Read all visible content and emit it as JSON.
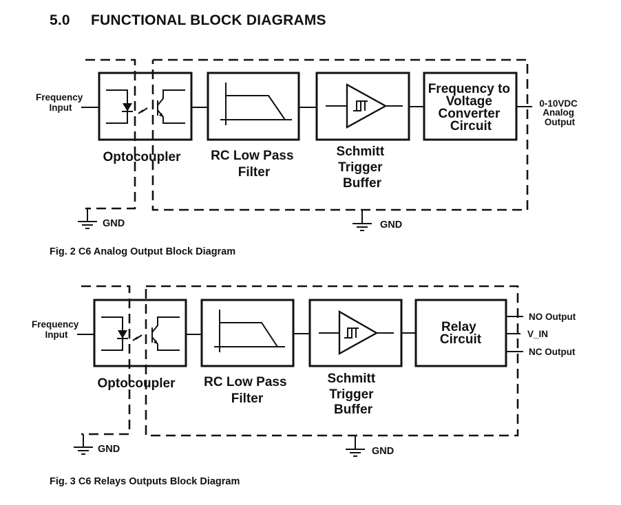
{
  "section": {
    "number": "5.0",
    "title": "FUNCTIONAL BLOCK DIAGRAMS"
  },
  "diagrams": [
    {
      "caption": "Fig. 2 C6 Analog Output Block Diagram",
      "input_label": [
        "Frequency",
        "Input"
      ],
      "blocks": [
        {
          "name": "optocoupler",
          "label": [
            "Optocoupler"
          ]
        },
        {
          "name": "rc-low-pass-filter",
          "label": [
            "RC Low Pass",
            "Filter"
          ]
        },
        {
          "name": "schmitt-trigger-buffer",
          "label": [
            "Schmitt",
            "Trigger",
            "Buffer"
          ]
        },
        {
          "name": "frequency-to-voltage-converter",
          "label": [
            "Frequency to",
            "Voltage",
            "Converter",
            "Circuit"
          ]
        }
      ],
      "outputs": [
        [
          "0-10VDC",
          "Analog",
          "Output"
        ]
      ],
      "gnd_labels": [
        "GND",
        "GND"
      ]
    },
    {
      "caption": "Fig. 3 C6 Relays Outputs Block Diagram",
      "input_label": [
        "Frequency",
        "Input"
      ],
      "blocks": [
        {
          "name": "optocoupler",
          "label": [
            "Optocoupler"
          ]
        },
        {
          "name": "rc-low-pass-filter",
          "label": [
            "RC Low Pass",
            "Filter"
          ]
        },
        {
          "name": "schmitt-trigger-buffer",
          "label": [
            "Schmitt",
            "Trigger",
            "Buffer"
          ]
        },
        {
          "name": "relay-circuit",
          "label": [
            "Relay",
            "Circuit"
          ]
        }
      ],
      "outputs": [
        [
          "NO Output"
        ],
        [
          "V_IN"
        ],
        [
          "NC Output"
        ]
      ],
      "gnd_labels": [
        "GND",
        "GND"
      ]
    }
  ]
}
